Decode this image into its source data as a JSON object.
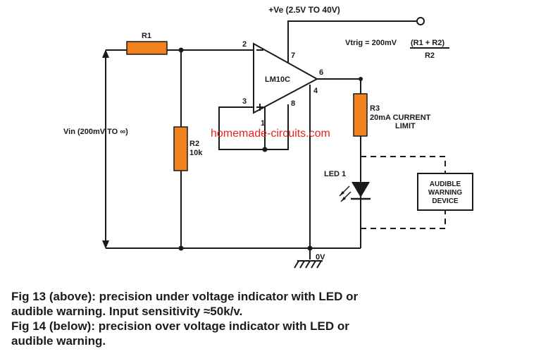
{
  "diagram": {
    "supply_label": "+Ve (2.5V TO 40V)",
    "formula": {
      "lhs": "Vtrig = 200mV",
      "numerator": "(R1 + R2)",
      "denominator": "R2"
    },
    "r1_label": "R1",
    "r2_label": "R2",
    "r2_value": "10k",
    "r3_label": "R3",
    "r3_value_line1": "20mA CURRENT",
    "r3_value_line2": "LIMIT",
    "opamp_label": "LM10C",
    "pins": {
      "p2": "2",
      "p3": "3",
      "p7": "7",
      "p6": "6",
      "p4": "4",
      "p8": "8",
      "p1": "1"
    },
    "input_label": "Vin (200mV TO ∞)",
    "led_label": "LED 1",
    "warning_device": [
      "AUDIBLE",
      "WARNING",
      "DEVICE"
    ],
    "ground_label": "0V",
    "watermark": "homemade-circuits.com",
    "colors": {
      "resistor": "#f0821e",
      "wire": "#1a1a1a",
      "watermark": "#e8231e",
      "caption": "#1b1b1b"
    }
  },
  "caption": {
    "line1": "Fig 13 (above): precision under voltage indicator with LED or",
    "line2": "audible warning. Input sensitivity ≈50k/v.",
    "line3": "Fig 14 (below): precision over voltage indicator with LED or",
    "line4": "audible warning."
  }
}
